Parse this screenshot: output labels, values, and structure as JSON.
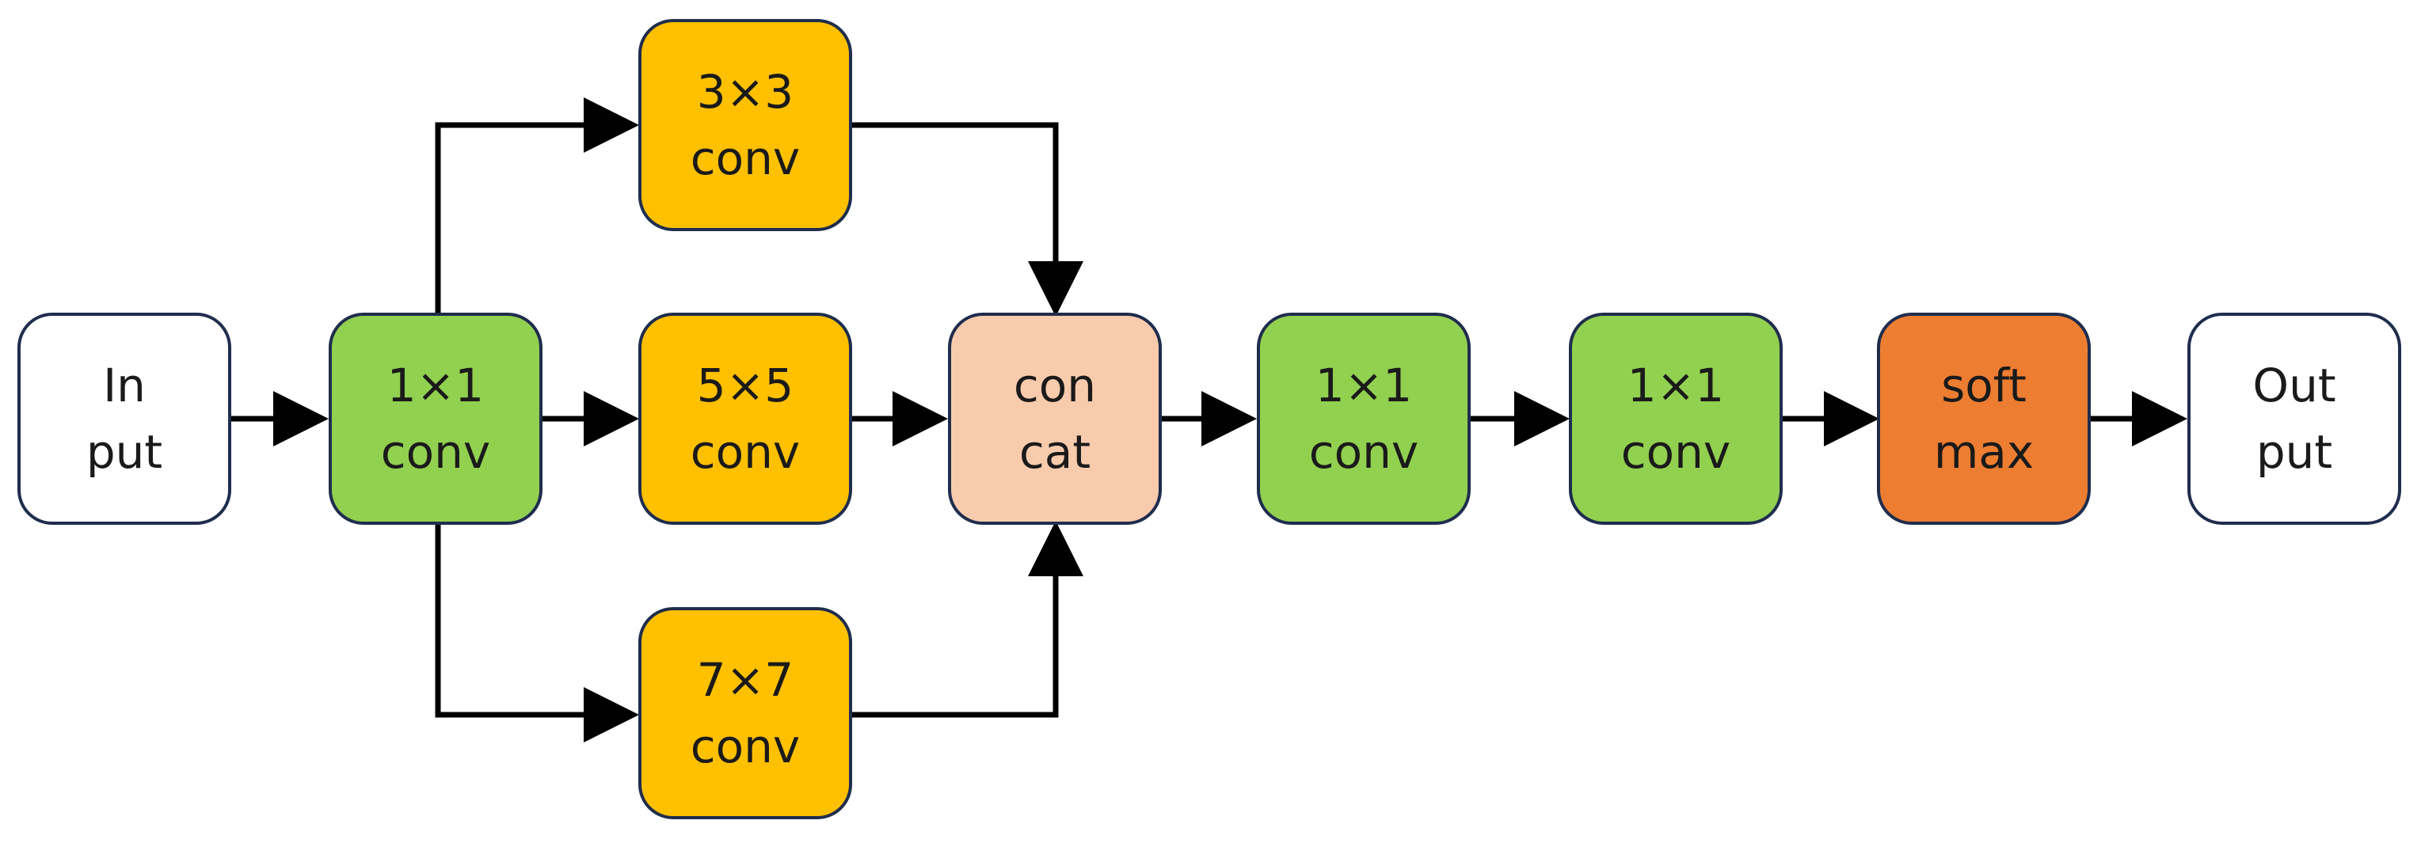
{
  "diagram": {
    "colors": {
      "stroke": "#1f2d4d",
      "arrow": "#000000",
      "io_fill": "#ffffff",
      "conv1x1_fill": "#92d050",
      "branch_conv_fill": "#ffc000",
      "concat_fill": "#f8cbad",
      "softmax_fill": "#ed7d31"
    },
    "nodes": {
      "input": {
        "line1": "In",
        "line2": "put"
      },
      "conv1x1_a": {
        "line1": "1×1",
        "line2": "conv"
      },
      "conv3x3": {
        "line1": "3×3",
        "line2": "conv"
      },
      "conv5x5": {
        "line1": "5×5",
        "line2": "conv"
      },
      "conv7x7": {
        "line1": "7×7",
        "line2": "conv"
      },
      "concat": {
        "line1": "con",
        "line2": "cat"
      },
      "conv1x1_b": {
        "line1": "1×1",
        "line2": "conv"
      },
      "conv1x1_c": {
        "line1": "1×1",
        "line2": "conv"
      },
      "softmax": {
        "line1": "soft",
        "line2": "max"
      },
      "output": {
        "line1": "Out",
        "line2": "put"
      }
    },
    "edges": [
      {
        "from": "input",
        "to": "conv1x1_a"
      },
      {
        "from": "conv1x1_a",
        "to": "conv3x3"
      },
      {
        "from": "conv1x1_a",
        "to": "conv5x5"
      },
      {
        "from": "conv1x1_a",
        "to": "conv7x7"
      },
      {
        "from": "conv3x3",
        "to": "concat"
      },
      {
        "from": "conv5x5",
        "to": "concat"
      },
      {
        "from": "conv7x7",
        "to": "concat"
      },
      {
        "from": "concat",
        "to": "conv1x1_b"
      },
      {
        "from": "conv1x1_b",
        "to": "conv1x1_c"
      },
      {
        "from": "conv1x1_c",
        "to": "softmax"
      },
      {
        "from": "softmax",
        "to": "output"
      }
    ]
  }
}
